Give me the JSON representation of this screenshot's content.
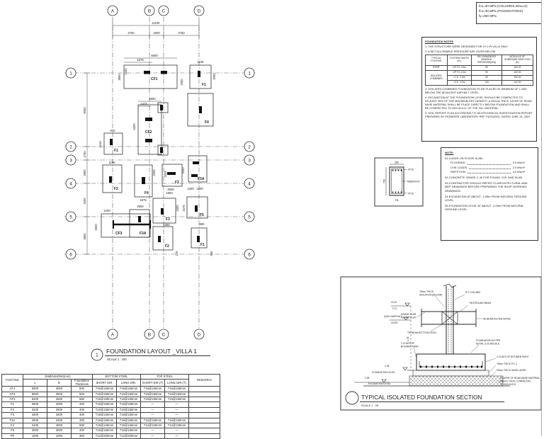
{
  "materials_box": {
    "line1": "fcu=40 MPa (COLUMNS,WALLS)",
    "line2": "fcu=40 MPa (FOUNDATIONS)",
    "line3": "fy=460 MPa"
  },
  "foundation_notes": {
    "title": "FOUNDATION NOTES",
    "n1": "1. THE STRUCTURE WERE DESIGNED FOR G+1+R VILLA ONLY.",
    "n2": "2. A NET ALLOWABLE PRESSURE ARE GIVEN BELOW.",
    "table": {
      "headers": [
        "TYPICAL FOOTING",
        "FOOTING WIDTH (m.)",
        "RECOMMENDED BEARING PRESSURE(kPa)",
        "MODULUS OF SUBGRADE REACTION (N.)"
      ],
      "rows": [
        [
          "STRIP",
          "UP TO 1.5m",
          "90",
          "152.00"
        ],
        [
          "ISOLATED COMBINED",
          "UP TO 1.5m",
          "90",
          "152.00"
        ],
        [
          ">1.5 - 2.5m",
          "90",
          "152.00"
        ],
        [
          ">2.5 - 4.0m",
          "140",
          "142.00"
        ]
      ]
    },
    "n3": "3. ISOLATED,COMBINED FOUNDATION TO BE PLACED AT MINIMUM OF 1.25M BELOW THE ADJACENT ASPHALT LEVEL.",
    "n4": "4. EXCAVATION AT THE FOUNDATION LEVEL SHOULD BE COMPACTED TO ATLEAST 95% OF THE MAXIMUM DRY DENSITY. A 200mm THICK LAYER OF ROAD BASE MATERIAL SHALL BE PLACE DIRECTLY BELOW FOUNDATION AND SHALL BE COMPACTED TO 95% M.D.D. OF THE FILL MATERIAL.",
    "n5": "5. SOIL REPORT IS AS ACCORDING TO GEOTECHNICAL INVESTIGATION REPORT PREPARED BY PIONEERS LABORATORY REF. P(GS)2531, DATED JUNE 14, 2022."
  },
  "general_notes": {
    "title": "NOTE:",
    "loads_title": "01-LOADS ON FLOOR SLAB:-",
    "loads": [
      {
        "name": "FLOORING",
        "value": "2.0 kN/m²"
      },
      {
        "name": "LIVE LOADS",
        "value": "2.0 kN/m²"
      },
      {
        "name": "PARTITION",
        "value": "4.0 kN/m²"
      }
    ],
    "n2": "02-CONCRETE GRADE C 40 FOR FOUND. COL AND SLAB",
    "n3": "03-CONTRACTOR SHOULD REFER TO ARCHITECTURAL AND MEP DRAWINGS BEFORE PREPARING THE SHOP WORKING DRAWINGS.",
    "n4": "04-EXCAVATION AT ABOUT -1.55m FROM NATURAL GROUND LEVEL.",
    "n5": "05-FOUNDATION LEVEL AT ABOUT -1.05m FROM NATURAL GROUND LEVEL."
  },
  "tie_beam_detail": {
    "top_dim": "350",
    "side_dim": "700",
    "top_bars": "4T16",
    "stirrups": "T8@200mm",
    "bottom_bars": "4T16",
    "mark": "TB"
  },
  "plan": {
    "title_no": "1",
    "title": "FOUNDATION LAYOUT _VILLA 1",
    "scale": "SCALE   1 : 100",
    "grid_cols": [
      "A",
      "B",
      "C",
      "D"
    ],
    "grid_rows": [
      "1",
      "2",
      "3",
      "4",
      "5",
      "6"
    ],
    "dims": [
      "11100",
      "4750",
      "1600",
      "4750",
      "5000",
      "1575",
      "1400",
      "3900",
      "1100",
      "2000",
      "2300",
      "2650",
      "1415",
      "5200",
      "910",
      "1615",
      "1100",
      "2200",
      "2525",
      "3200",
      "2500",
      "1600",
      "1300",
      "1200",
      "1875",
      "2500",
      "2300",
      "2475",
      "1200",
      "2600",
      "1300",
      "900",
      "275",
      "650",
      "9050",
      "1750",
      "2950",
      "4200",
      "4800"
    ],
    "footings": [
      "CF1",
      "F1",
      "F4",
      "CF2",
      "F1",
      "F2",
      "F4",
      "F3",
      "F3A",
      "F5",
      "F3",
      "CF3",
      "F3A",
      "F2",
      "F1"
    ]
  },
  "schedule": {
    "headers": {
      "footing": "FOOTING",
      "dims": "DIMENSIONS(mm)",
      "l": "L",
      "b": "B",
      "thickness": "Foundation Thickness",
      "bottom": "BOTTOM STEEL",
      "top": "TOP STEEL",
      "short_dir": "SHORT DIR.",
      "long_dir": "LONG DIR.",
      "short_dir_t": "SHORT DIR.(T)",
      "long_dir_t": "LONG DIR.(T)",
      "remarks": "REMARKS"
    },
    "rows": [
      [
        "CF1",
        "5000",
        "3000",
        "500",
        "T16@150mm",
        "T16@150mm",
        "T16@150mm",
        "T16@150mm",
        ""
      ],
      [
        "CF2",
        "8000",
        "3500",
        "500",
        "T16@150mm",
        "T16@150mm",
        "T16@150mm",
        "T16@150mm",
        ""
      ],
      [
        "CF3",
        "5200",
        "2500",
        "550",
        "T16@150mm",
        "T16@150mm",
        "T16@150mm",
        "T16@150mm",
        ""
      ],
      [
        "F1",
        "2600",
        "2000",
        "400",
        "T16@150mm",
        "T16@150mm",
        "—",
        "—",
        ""
      ],
      [
        "F2",
        "3100",
        "2500",
        "400",
        "T16@150mm",
        "T16@150mm",
        "—",
        "—",
        ""
      ],
      [
        "F3",
        "2600",
        "3400",
        "400",
        "T16@150mm",
        "T16@150mm",
        "—",
        "—",
        ""
      ],
      [
        "F3A",
        "2600",
        "3400",
        "400",
        "T16@150mm",
        "T16@150mm",
        "T16@150mm",
        "T16@150mm",
        ""
      ],
      [
        "F4",
        "3100",
        "4000",
        "500",
        "T16@125mm",
        "T16@125mm",
        "T12@125mm",
        "T12@125mm",
        ""
      ],
      [
        "F5",
        "3000",
        "3000",
        "400",
        "T16@150mm",
        "T16@150mm",
        "—",
        "—",
        ""
      ],
      [
        "PF",
        "1000",
        "1000",
        "300",
        "T12@200mm",
        "T12@200mm",
        "—",
        "—",
        ""
      ]
    ]
  },
  "section": {
    "title": "TYPICAL ISOLATED FOUNDATION SECTION",
    "scale": "SCALE   1 : 25",
    "ffl_value": "±0.00",
    "ffl_label": "F.F.L",
    "ngl_label1": "(N)G.L/ASPHALT",
    "ngl_label2": "LEVEL",
    "depth_dim": "1.05",
    "found_value": "-1.05",
    "found_label": "FOUNDATION LEVEL",
    "exc_value": "-1.55",
    "exc_label": "EXCAVATION LEVEL",
    "isolation1": "75mm THICK",
    "isolation2": "ISOLATION (BELOW)",
    "rc_column": "R.C COLUMN",
    "tie_ground": "TIE/GROUND BEAM",
    "grade_slab1": "GRADE SLAB",
    "grade_slab2": "AS PER PLAN",
    "tie_beam": "TIE BEAM AS PER DETAIL",
    "tb_bottom": "TIE BEAM BOTTOM LEVEL",
    "bitumen_left1": "2 COATS OF",
    "bitumen_left2": "BITUMEN PAINT",
    "foundation1": "FOUNDATION AS PER",
    "foundation2": "DETAIL & SCHEDULE",
    "bitumen_right": "2 COATS OF BITUMEN PAINT",
    "pcc": "75mm THICK P.C.C",
    "sand": "50mm THICK SAND LAYER",
    "roadbase1": "A LAYER OF ROAD BASE MATERIAL",
    "roadbase2": "200mm THICK COMPACTED",
    "roadbase3": "TO 95% M.D.D."
  }
}
